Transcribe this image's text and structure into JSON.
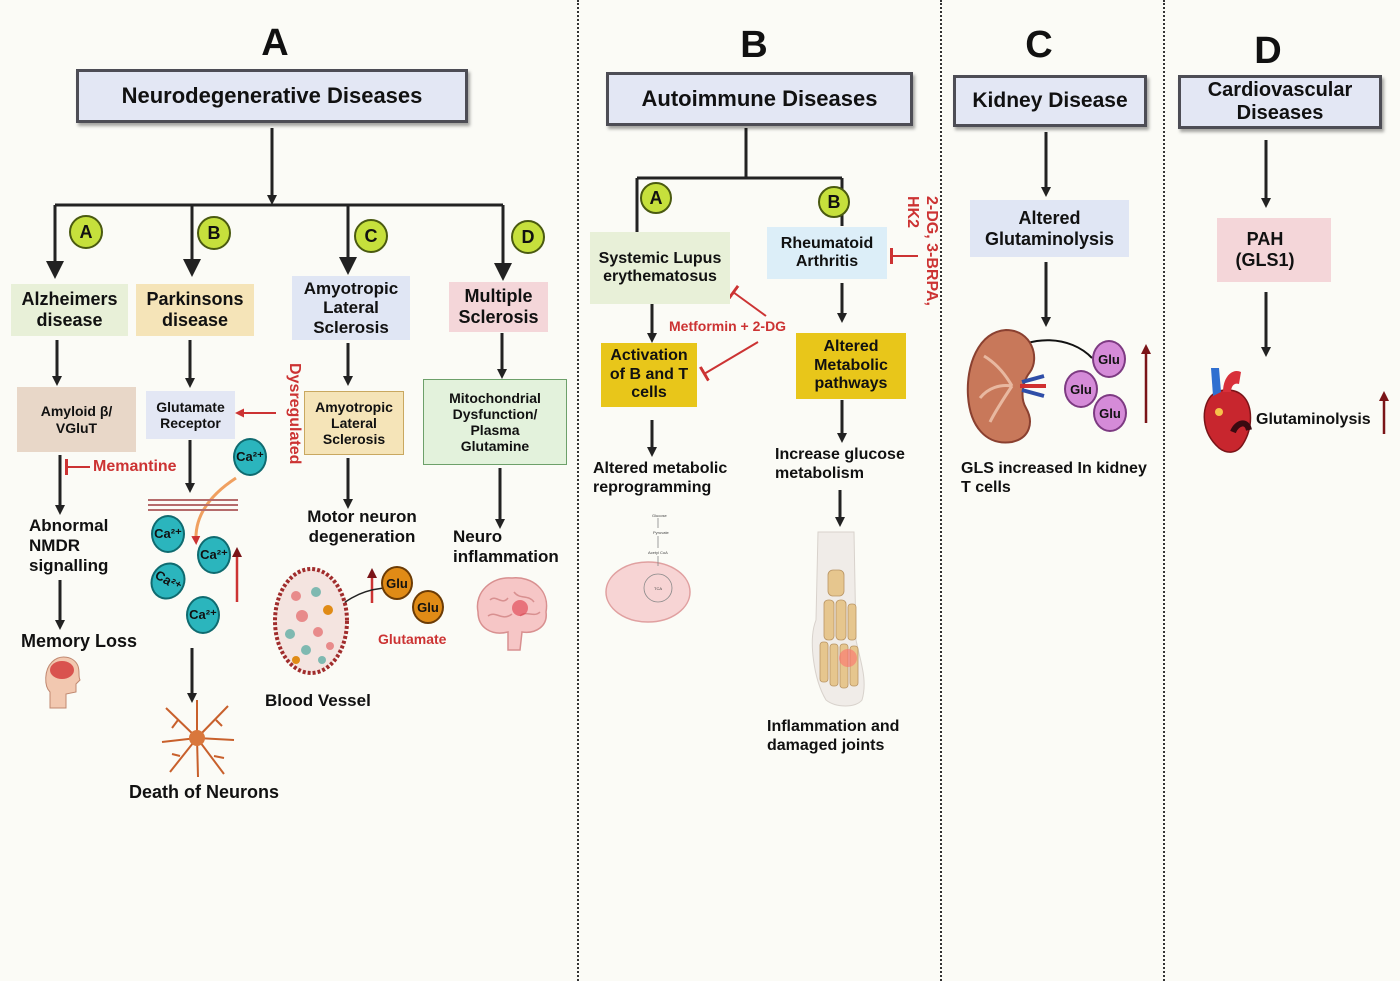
{
  "panelA": {
    "letter": "A",
    "header": "Neurodegenerative Diseases",
    "markers": [
      "A",
      "B",
      "C",
      "D"
    ],
    "alz": {
      "title": "Alzheimers disease",
      "amyloid": "Amyloid β/ VGluT",
      "memantine": "Memantine",
      "nmdr": "Abnormal NMDR signalling",
      "memory": "Memory Loss"
    },
    "park": {
      "title": "Parkinsons disease",
      "receptor": "Glutamate Receptor",
      "dysregulated": "Dysregulated",
      "ca": "Ca²⁺",
      "death": "Death of Neurons"
    },
    "als": {
      "title": "Amyotropic Lateral Sclerosis",
      "box": "Amyotropic Lateral Sclerosis",
      "motor": "Motor neuron degeneration",
      "glu": "Glu",
      "glutamate": "Glutamate",
      "vessel": "Blood Vessel"
    },
    "ms": {
      "title": "Multiple Sclerosis",
      "box": "Mitochondrial Dysfunction/ Plasma Glutamine",
      "neuro": "Neuro inflammation"
    }
  },
  "panelB": {
    "letter": "B",
    "header": "Autoimmune Diseases",
    "markers": [
      "A",
      "B"
    ],
    "sle": "Systemic Lupus erythematosus",
    "ra": "Rheumatoid Arthritis",
    "inhibitors": "2-DG, 3-BRPA, HK2",
    "metformin": "Metformin + 2-DG",
    "activation": "Activation of B and T cells",
    "altered_pathways": "Altered Metabolic pathways",
    "reprogramming": "Altered metabolic reprogramming",
    "glucose": "Increase glucose metabolism",
    "joints": "Inflammation  and damaged joints"
  },
  "panelC": {
    "letter": "C",
    "header": "Kidney Disease",
    "box": "Altered Glutaminolysis",
    "glu": "Glu",
    "caption": "GLS increased In kidney T cells"
  },
  "panelD": {
    "letter": "D",
    "header": "Cardiovascular Diseases",
    "pah": "PAH (GLS1)",
    "glutaminolysis": "Glutaminolysis"
  },
  "colors": {
    "header_fill": "#e3e7f4",
    "green_box": "#e8f0d8",
    "tan_box": "#f5e4b8",
    "blue_box": "#e0e6f4",
    "pink_box": "#f4d6d9",
    "yellow_box": "#e8c61a",
    "light_blue_box": "#dceef8",
    "red_accent": "#cc3333",
    "dark_red_arrow": "#7a1418"
  }
}
